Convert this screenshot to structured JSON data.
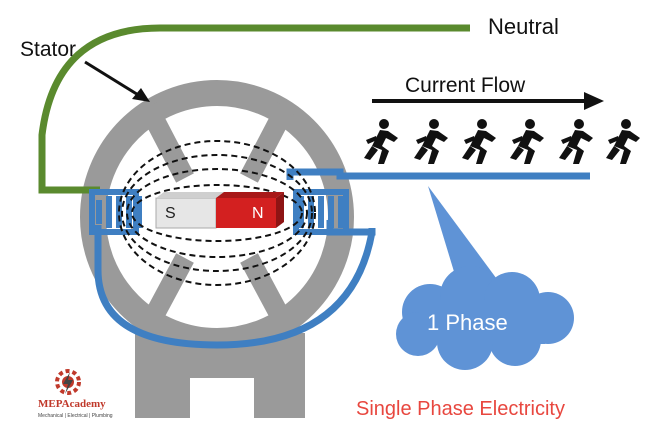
{
  "labels": {
    "neutral": "Neutral",
    "stator": "Stator",
    "current_flow": "Current Flow",
    "phase": "1 Phase",
    "title": "Single Phase Electricity",
    "magnet_south": "S",
    "magnet_north": "N"
  },
  "logo": {
    "name": "MEPAcademy",
    "tagline": "Mechanical | Electrical | Plumbing",
    "icon": "gear-lightning-icon"
  },
  "colors": {
    "neutral_wire": "#5a8a2e",
    "phase_wire": "#3f7fc2",
    "stator": "#9a9a9a",
    "magnet_north": "#d32020",
    "magnet_south": "#e6e6e6",
    "cloud": "#5f93d6",
    "title": "#e8473f"
  },
  "icons": {
    "runner": "running-person-icon",
    "arrow": "arrow-right-icon"
  }
}
